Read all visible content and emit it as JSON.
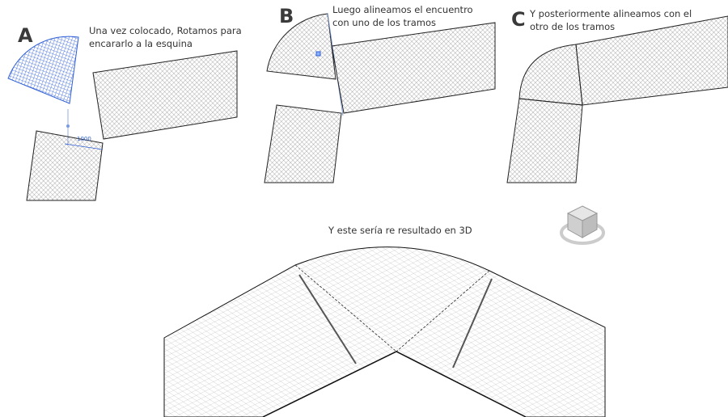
{
  "panels": [
    {
      "letter": "A",
      "caption_line1": "Una vez colocado, Rotamos para",
      "caption_line2": "encararlo a la esquina",
      "dimension": "1000"
    },
    {
      "letter": "B",
      "caption_line1": "Luego alineamos el encuentro",
      "caption_line2": "con uno de los tramos"
    },
    {
      "letter": "C",
      "caption_line1": "Y posteriormente alineamos con el",
      "caption_line2": "otro de los tramos"
    }
  ],
  "view3d": {
    "caption": "Y este sería re resultado en 3D",
    "viewcube": "viewcube-icon"
  },
  "colors": {
    "selection": "#2f5fd6",
    "line": "#222222",
    "hatch": "#555555"
  }
}
